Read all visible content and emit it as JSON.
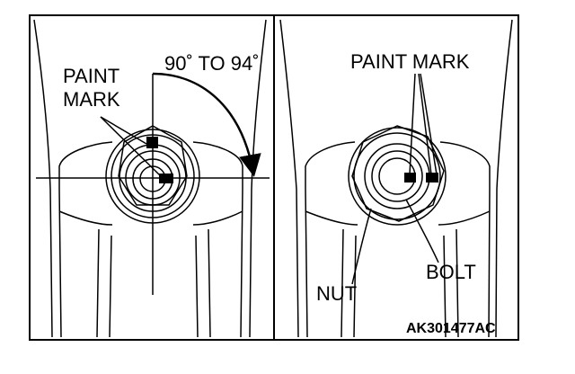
{
  "left_panel": {
    "angle_label": "90˚ TO 94˚",
    "paint_mark_line1": "PAINT",
    "paint_mark_line2": "MARK"
  },
  "right_panel": {
    "paint_mark_label": "PAINT MARK",
    "nut_label": "NUT",
    "bolt_label": "BOLT",
    "figure_code": "AK301477AC"
  },
  "colors": {
    "ink": "#000000",
    "paper": "#ffffff"
  }
}
